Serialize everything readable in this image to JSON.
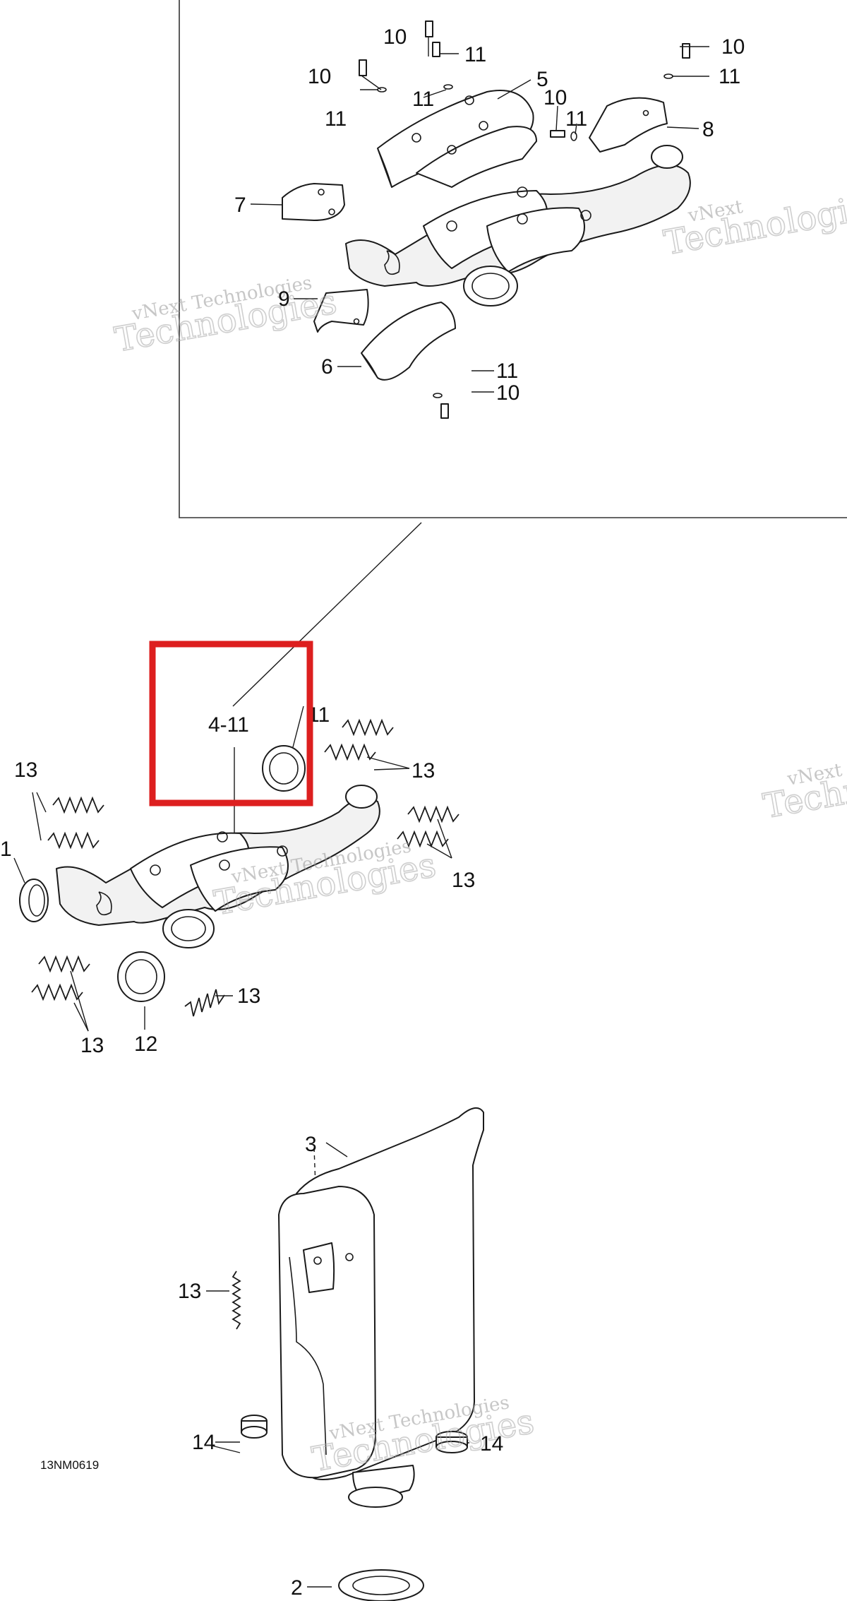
{
  "callouts": {
    "c10a": "10",
    "c10b": "10",
    "c10c": "10",
    "c10d": "10",
    "c10e": "10",
    "c11a": "11",
    "c11b": "11",
    "c11c": "11",
    "c11d": "11",
    "c11e": "11",
    "c11f": "11",
    "c11g": "11",
    "c5": "5",
    "c8": "8",
    "c7": "7",
    "c9": "9",
    "c6": "6",
    "c4_11": "4-11",
    "c1": "1",
    "c12": "12",
    "c13a": "13",
    "c13b": "13",
    "c13c": "13",
    "c13d": "13",
    "c13e": "13",
    "c3": "3",
    "c14a": "14",
    "c14b": "14",
    "c2": "2"
  },
  "drawing_code": "13NM0619",
  "watermark": {
    "line1": "vNext Technologies",
    "line2": "vNext",
    "line3": "Technologies"
  },
  "highlight_color": "#dd1f1f"
}
